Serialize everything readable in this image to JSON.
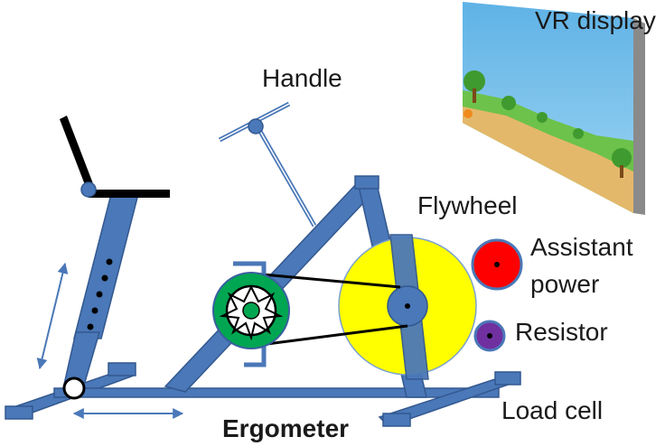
{
  "labels": {
    "vr_display": "VR display",
    "handle": "Handle",
    "flywheel": "Flywheel",
    "assistant_power": [
      "Assistant",
      "power"
    ],
    "resistor": "Resistor",
    "load_cell": "Load cell",
    "ergometer": "Ergometer"
  },
  "colors": {
    "frame": "#4a78b8",
    "frame_edge": "#33588f",
    "flywheel": "#ffff00",
    "gear": "#00a651",
    "assistant_power": "#ff0000",
    "resistor": "#7030a0",
    "seat": "#000000",
    "arrow": "#4a78b8"
  }
}
